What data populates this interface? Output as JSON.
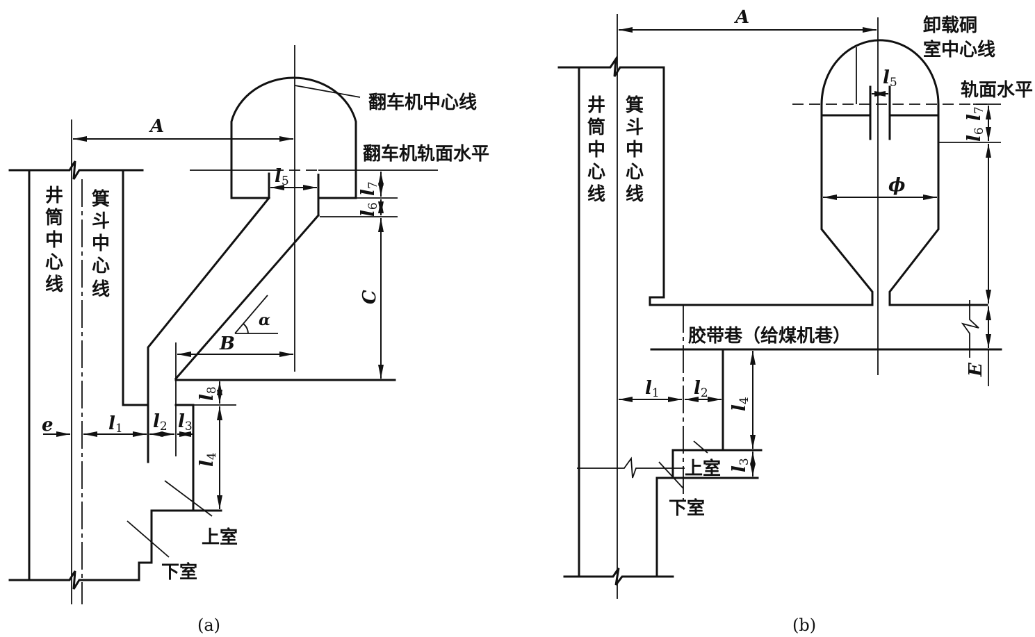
{
  "diagram": {
    "panel_a": {
      "caption": "(a)",
      "labels": {
        "shaft_centerline": [
          "井",
          "筒",
          "中",
          "心",
          "线"
        ],
        "skip_centerline": [
          "箕",
          "斗",
          "中",
          "心",
          "线"
        ],
        "tippler_centerline": "翻车机中心线",
        "tippler_rail_level": "翻车机轨面水平",
        "upper_chamber": "上室",
        "lower_chamber": "下室"
      },
      "dimensions": {
        "A": "A",
        "B": "B",
        "C": "C",
        "alpha": "α",
        "e": "e",
        "l1": {
          "base": "l",
          "sub": "1"
        },
        "l2": {
          "base": "l",
          "sub": "2"
        },
        "l3": {
          "base": "l",
          "sub": "3"
        },
        "l4": {
          "base": "l",
          "sub": "4"
        },
        "l5": {
          "base": "l",
          "sub": "5"
        },
        "l6": {
          "base": "l",
          "sub": "6"
        },
        "l7": {
          "base": "l",
          "sub": "7"
        },
        "l8": {
          "base": "l",
          "sub": "8"
        }
      }
    },
    "panel_b": {
      "caption": "(b)",
      "labels": {
        "shaft_centerline": [
          "井",
          "筒",
          "中",
          "心",
          "线"
        ],
        "skip_centerline": [
          "箕",
          "斗",
          "中",
          "心",
          "线"
        ],
        "unloading_chamber_centerline_1": "卸载硐",
        "unloading_chamber_centerline_2": "室中心线",
        "rail_level": "轨面水平",
        "belt_roadway": "胶带巷（给煤机巷）",
        "upper_chamber": "上室",
        "lower_chamber": "下室"
      },
      "dimensions": {
        "A": "A",
        "E": "E",
        "phi": "ϕ",
        "l1": {
          "base": "l",
          "sub": "1"
        },
        "l2": {
          "base": "l",
          "sub": "2"
        },
        "l3": {
          "base": "l",
          "sub": "3"
        },
        "l4": {
          "base": "l",
          "sub": "4"
        },
        "l5": {
          "base": "l",
          "sub": "5"
        },
        "l6": {
          "base": "l",
          "sub": "6"
        },
        "l7": {
          "base": "l",
          "sub": "7"
        }
      }
    }
  }
}
